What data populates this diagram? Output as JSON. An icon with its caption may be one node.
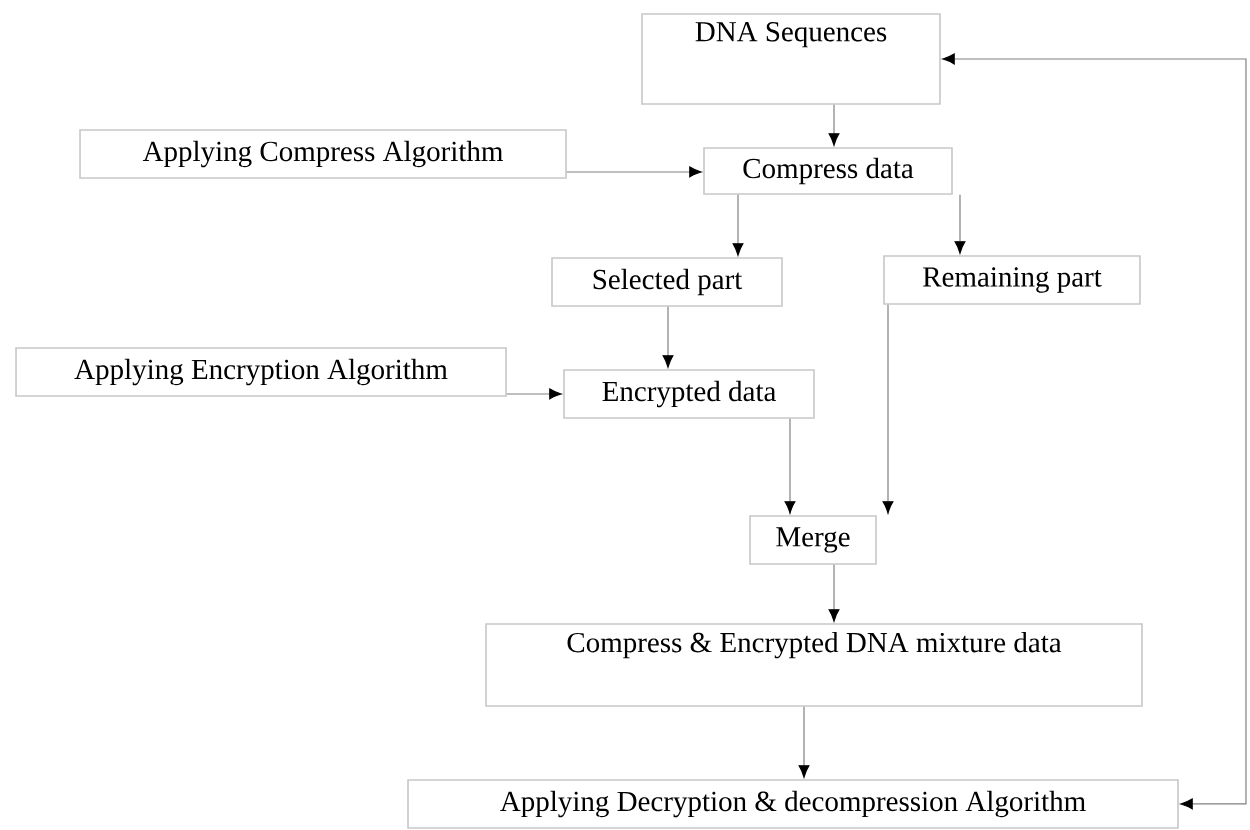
{
  "diagram": {
    "nodes": [
      {
        "text": [
          "DNA Sequences"
        ]
      },
      {
        "text": [
          "Applying Compress Algorithm"
        ]
      },
      {
        "text": [
          "Compress data"
        ]
      },
      {
        "text": [
          "Selected part"
        ]
      },
      {
        "text": [
          "Remaining part"
        ]
      },
      {
        "text": [
          "Applying Encryption Algorithm"
        ]
      },
      {
        "text": [
          "Encrypted data"
        ]
      },
      {
        "text": [
          "Merge"
        ]
      },
      {
        "text": [
          "Compress & Encrypted DNA mixture data"
        ]
      },
      {
        "text": [
          "Applying Decryption & decompression Algorithm"
        ]
      }
    ],
    "edges": [
      {
        "from": 0,
        "to": 2,
        "arrow": "to"
      },
      {
        "from": 1,
        "to": 2,
        "arrow": "to"
      },
      {
        "from": 2,
        "to": 3,
        "arrow": "to"
      },
      {
        "from": 2,
        "to": 4,
        "arrow": "to"
      },
      {
        "from": 3,
        "to": 6,
        "arrow": "to"
      },
      {
        "from": 5,
        "to": 6,
        "arrow": "to"
      },
      {
        "from": 6,
        "to": 7,
        "arrow": "to"
      },
      {
        "from": 4,
        "to": 7,
        "arrow": "to"
      },
      {
        "from": 7,
        "to": 8,
        "arrow": "to"
      },
      {
        "from": 8,
        "to": 9,
        "arrow": "to"
      },
      {
        "from": 9,
        "to": 0,
        "arrow": "both"
      }
    ]
  }
}
